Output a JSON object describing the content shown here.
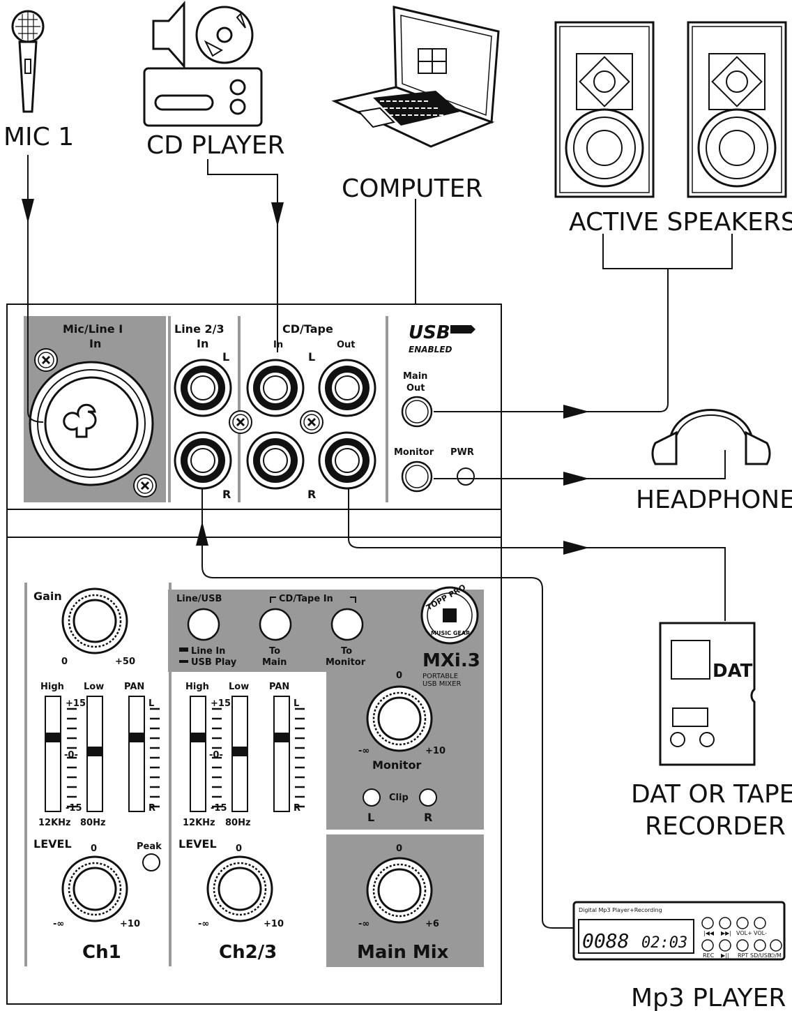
{
  "devices": {
    "mic": "MIC 1",
    "cd_player": "CD PLAYER",
    "computer": "COMPUTER",
    "speakers": "ACTIVE SPEAKERS",
    "headphone": "HEADPHONE",
    "dat": "DAT OR TAPE RECORDER",
    "dat_line1": "DAT OR TAPE",
    "dat_line2": "RECORDER",
    "dat_label": "DAT",
    "mp3": "Mp3 PLAYER"
  },
  "mp3_player": {
    "header": "Digital Mp3 Player+Recording",
    "display_track": "0088",
    "display_time": "02:03",
    "buttons_top": [
      "|◀◀",
      "▶▶|",
      "VOL+",
      "VOL-"
    ],
    "buttons_bottom": [
      "REC",
      "▶||",
      "RPT",
      "SD/USB",
      "⏻/M"
    ]
  },
  "panel": {
    "mic_line": "Mic/Line I",
    "mic_in": "In",
    "line23": "Line 2/3",
    "line23_in": "In",
    "cd_tape": "CD/Tape",
    "cd_in": "In",
    "cd_out": "Out",
    "L": "L",
    "R": "R",
    "usb": "USB",
    "usb_enabled": "ENABLED",
    "main_out_1": "Main",
    "main_out_2": "Out",
    "monitor": "Monitor",
    "pwr": "PWR"
  },
  "mixer": {
    "gain": "Gain",
    "gain_min": "0",
    "gain_max": "+50",
    "high": "High",
    "low": "Low",
    "pan": "PAN",
    "p15": "+15",
    "m15": "-15",
    "zero": "-0-",
    "khz": "12KHz",
    "hz": "80Hz",
    "level": "LEVEL",
    "peak": "Peak",
    "zero_mark": "0",
    "minf": "-∞",
    "p10": "+10",
    "p6": "+6",
    "ch1": "Ch1",
    "ch23": "Ch2/3",
    "line_usb": "Line/USB",
    "line_in": "Line In",
    "usb_play": "USB Play",
    "cd_tape_in": "CD/Tape In",
    "to": "To",
    "to_main": "Main",
    "to_monitor": "Monitor",
    "brand": "TOPP PRO",
    "brand2": "MUSIC GEAR",
    "model": "MXi.3",
    "model_sub1": "PORTABLE",
    "model_sub2": "USB MIXER",
    "monitor_knob": "Monitor",
    "clip": "Clip",
    "main_mix": "Main Mix"
  }
}
